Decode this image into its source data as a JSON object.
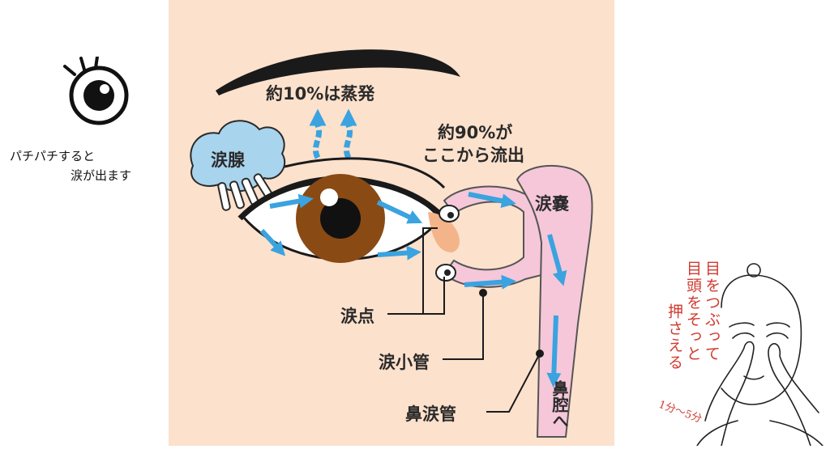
{
  "left_panel": {
    "icon": "eye-icon",
    "caption_line1": "パチパチすると",
    "caption_line2": "涙が出ます"
  },
  "diagram": {
    "colors": {
      "background": "#fce1cc",
      "arrow": "#3aa3e0",
      "duct": "#f5c7d9",
      "gland": "#a9d4ee",
      "iris": "#8a4a14"
    },
    "labels": {
      "evaporation": "約10%は蒸発",
      "outflow_line1": "約90%が",
      "outflow_line2": "ここから流出",
      "lacrimal_gland": "涙腺",
      "lacrimal_sac": "涙嚢",
      "lacrimal_punctum": "涙点",
      "canaliculus": "涙小管",
      "nasolacrimal_duct": "鼻涙管",
      "to_nasal_cavity": "鼻腔へ"
    }
  },
  "right_panel": {
    "note_col1": "目をつぶって",
    "note_col2": "目頭をそっと",
    "note_col3": "押さえる",
    "note_time": "1分〜5分"
  }
}
